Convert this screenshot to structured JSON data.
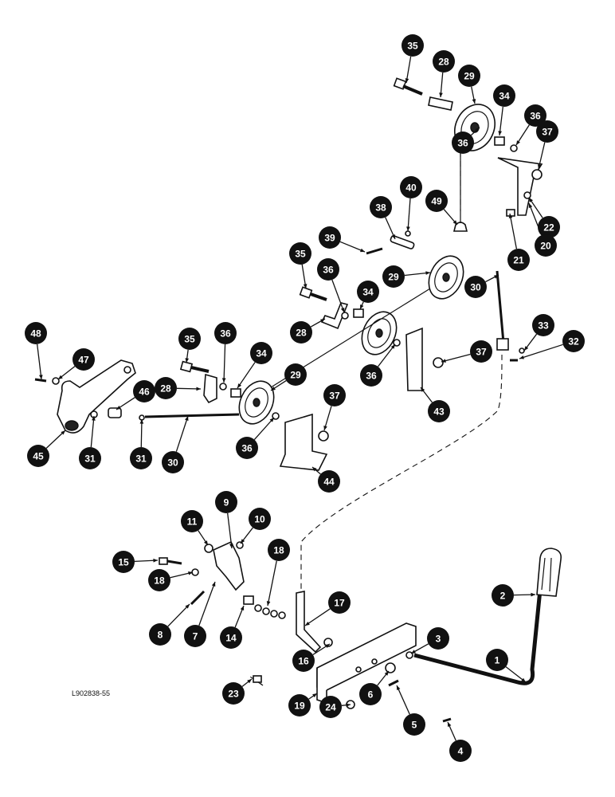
{
  "drawing_code": "L902838-55",
  "callouts": [
    "35",
    "28",
    "29",
    "34",
    "36",
    "37",
    "36",
    "40",
    "49",
    "38",
    "39",
    "22",
    "21",
    "20",
    "35",
    "36",
    "34",
    "29",
    "30",
    "33",
    "32",
    "35",
    "36",
    "34",
    "28",
    "37",
    "36",
    "48",
    "47",
    "29",
    "46",
    "28",
    "45",
    "31",
    "31",
    "30",
    "36",
    "43",
    "37",
    "44",
    "9",
    "11",
    "10",
    "15",
    "18",
    "18",
    "8",
    "7",
    "14",
    "17",
    "2",
    "1",
    "23",
    "16",
    "3",
    "19",
    "6",
    "5",
    "24",
    "4"
  ]
}
